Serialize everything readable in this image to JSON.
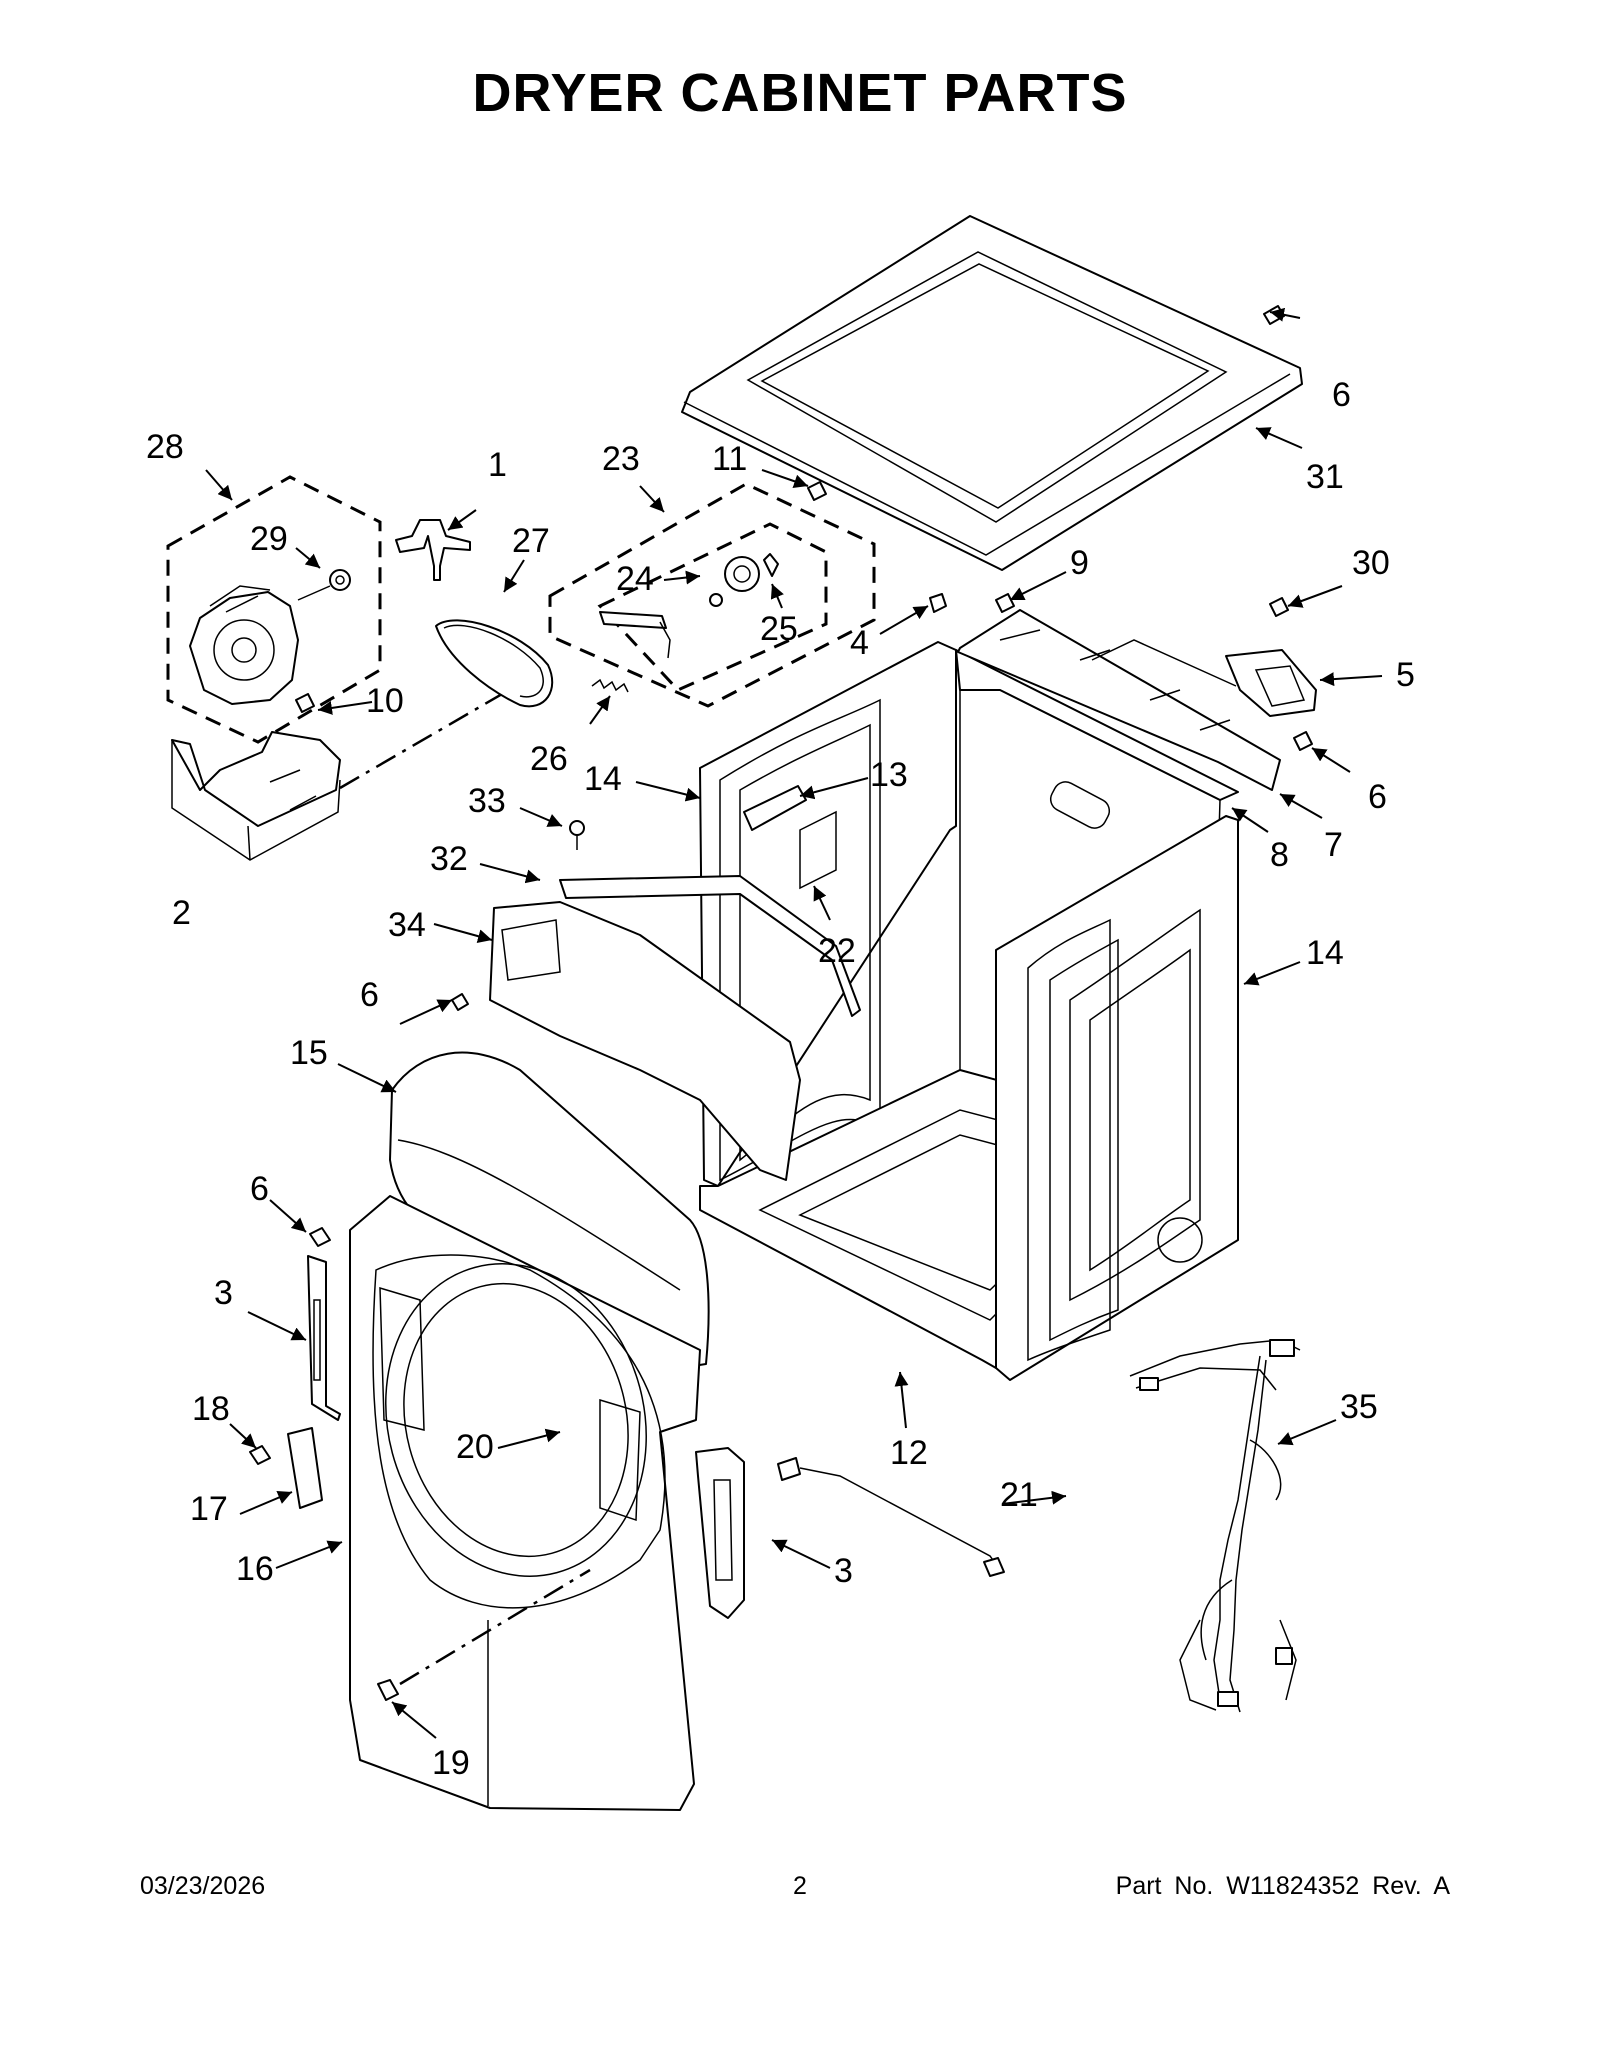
{
  "page": {
    "title": "DRYER CABINET PARTS"
  },
  "footer": {
    "date": "03/23/2026",
    "page_number": "2",
    "part_info": "Part No.  W11824352  Rev.  A"
  },
  "callouts": [
    "1",
    "2",
    "3",
    "3",
    "4",
    "5",
    "6",
    "6",
    "6",
    "6",
    "7",
    "8",
    "9",
    "10",
    "11",
    "12",
    "13",
    "14",
    "14",
    "15",
    "16",
    "17",
    "18",
    "19",
    "20",
    "21",
    "22",
    "23",
    "24",
    "25",
    "26",
    "27",
    "28",
    "29",
    "30",
    "31",
    "32",
    "33",
    "34",
    "35"
  ],
  "colors": {
    "line": "#000000",
    "background": "#ffffff"
  }
}
